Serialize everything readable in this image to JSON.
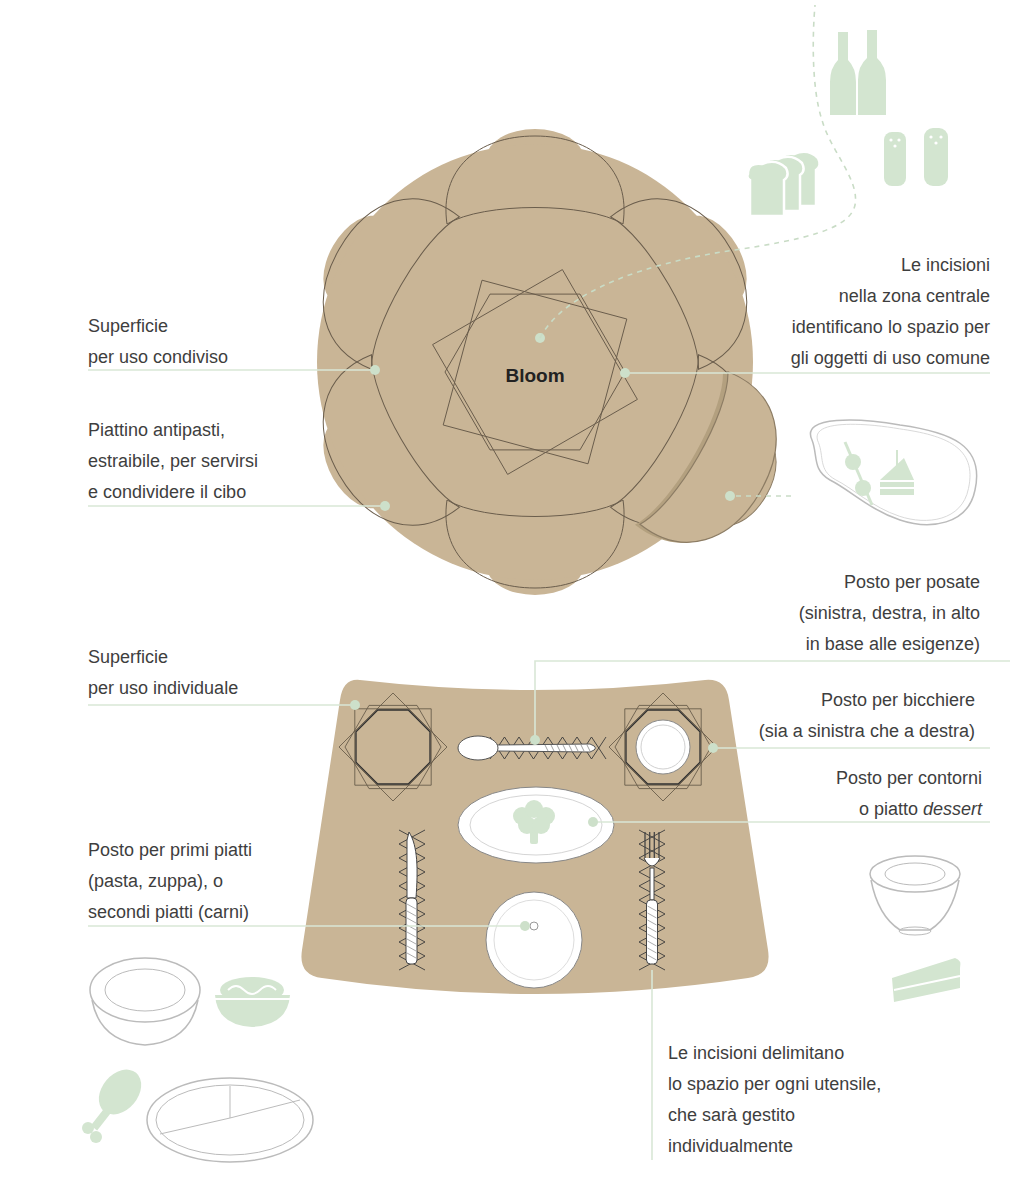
{
  "diagram": {
    "nodes": [
      {
        "text": [
          "Bloom"
        ]
      }
    ],
    "labels": [
      "Superficie per uso condiviso",
      "Piattino antipasti, estraibile, per servirsi e condividere il cibo",
      "Le incisioni nella zona centrale identificano lo spazio per gli oggetti di uso comune",
      "Posto per posate (sinistra, destra, in alto in base alle esigenze)",
      "Superficie per uso individuale",
      "Posto per bicchiere (sia a sinistra che a destra)",
      "Posto per contorni o piatto dessert",
      "Posto per primi piatti (pasta, zuppa), o secondi piatti (carni)",
      "Le incisioni delimitano lo spazio per ogni utensile, che sarà gestito individualmente"
    ]
  }
}
